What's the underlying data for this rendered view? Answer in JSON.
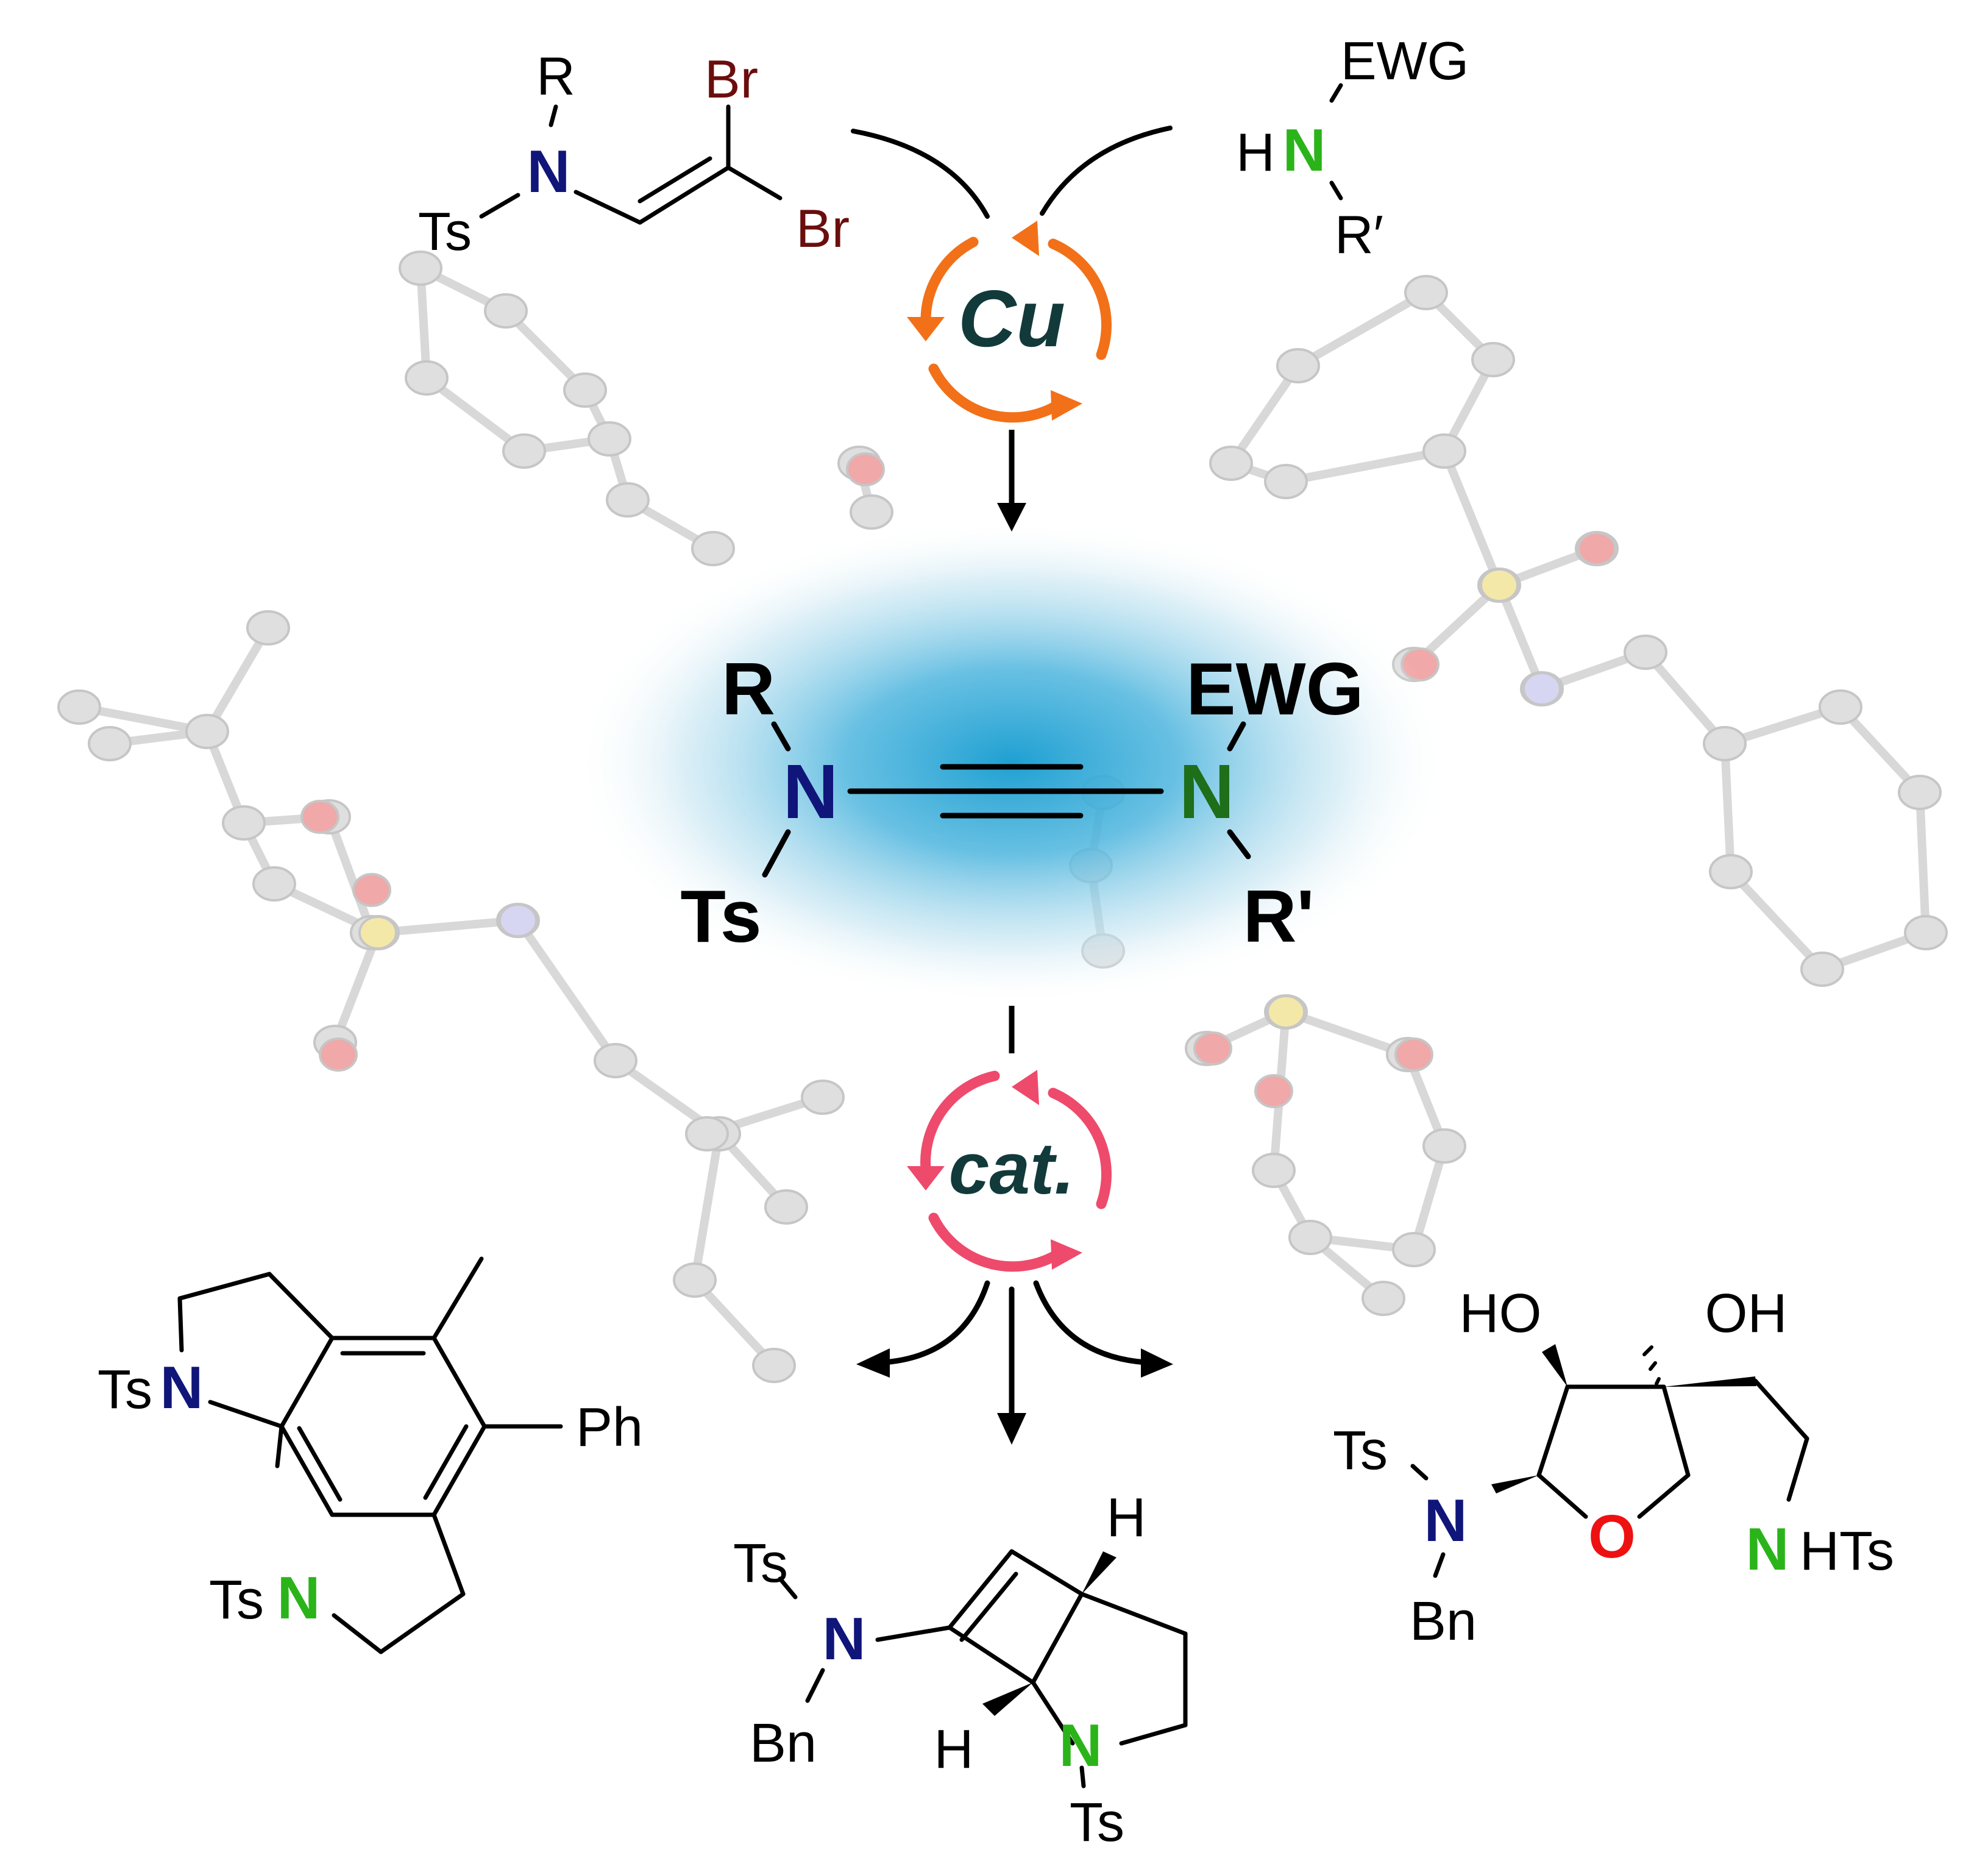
{
  "colors": {
    "amine_n_blue": "#10157a",
    "amine_n_green_bright": "#2bb41a",
    "ynamide_n_green": "#1e6e1a",
    "bromine": "#6b0d0d",
    "oxygen": "#ee1111",
    "cu_cycle": "#f27018",
    "cat_cycle": "#ee4a6c",
    "catalyst_text": "#123a3a",
    "glow": "#1fa0d2",
    "crystal_bond": "#d2d2d2",
    "crystal_atom": "#dadada",
    "crystal_oxygen": "#ee9a9a",
    "crystal_sulfur": "#f3e59a",
    "crystal_nitrogen": "#cfd0f0"
  },
  "reactant_dibromoenamide": {
    "r": "R",
    "n": "N",
    "ts": "Ts",
    "br_top": "Br",
    "br_bottom": "Br"
  },
  "reactant_amine": {
    "ewg": "EWG",
    "h": "H",
    "n": "N",
    "r_prime": "R′"
  },
  "copper_catalyst": "Cu",
  "ynamide": {
    "r": "R",
    "n_left": "N",
    "ts": "Ts",
    "ewg": "EWG",
    "n_right": "N",
    "r_prime": "R'"
  },
  "catalyst": "cat.",
  "product_indoline": {
    "ts_top": "Ts",
    "n_top": "N",
    "ts_bottom": "Ts",
    "n_bottom": "N",
    "ph": "Ph"
  },
  "product_bicycle": {
    "ts_left": "Ts",
    "n_left": "N",
    "bn": "Bn",
    "h_top": "H",
    "h_bottom": "H",
    "n_ring": "N",
    "ts_ring": "Ts"
  },
  "product_furanose": {
    "ho": "HO",
    "oh": "OH",
    "ts": "Ts",
    "n": "N",
    "bn": "Bn",
    "o_ring": "O",
    "n_side": "N",
    "hts": "HTs"
  }
}
